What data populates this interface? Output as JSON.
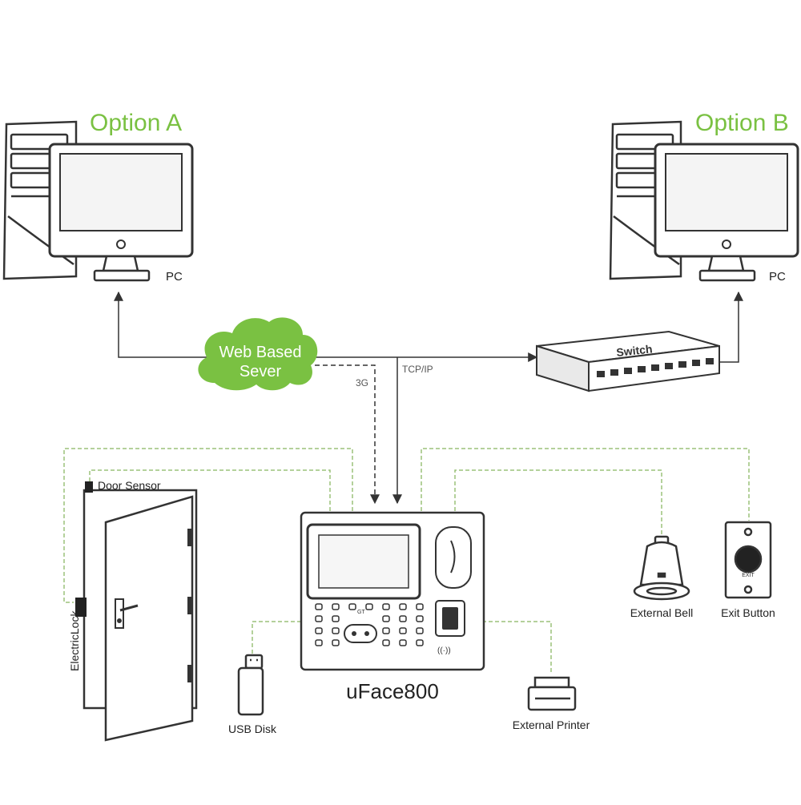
{
  "nodes": {
    "option_a": {
      "title": "Option A",
      "label": "PC"
    },
    "option_b": {
      "title": "Option B",
      "label": "PC"
    },
    "server": {
      "line1": "Web Based",
      "line2": "Sever"
    },
    "switch": {
      "label": "Switch"
    },
    "device": {
      "label": "uFace800",
      "badge": "GT"
    },
    "door_sensor": {
      "label": "Door Sensor"
    },
    "electric_lock": {
      "label": "ElectricLock"
    },
    "usb_disk": {
      "label": "USB Disk"
    },
    "external_printer": {
      "label": "External Printer"
    },
    "external_bell": {
      "label": "External Bell"
    },
    "exit_button": {
      "label": "Exit Button",
      "badge": "EXIT"
    }
  },
  "edges": [
    {
      "from": "server",
      "to": "option_a",
      "style": "solid"
    },
    {
      "from": "server",
      "to": "switch",
      "style": "solid"
    },
    {
      "from": "switch",
      "to": "option_b",
      "style": "solid"
    },
    {
      "from": "server",
      "to": "device",
      "label": "3G",
      "style": "dashed"
    },
    {
      "from": "switch",
      "to": "device",
      "label": "TCP/IP",
      "style": "solid"
    },
    {
      "from": "device",
      "to": "door_sensor",
      "style": "dashed-green"
    },
    {
      "from": "device",
      "to": "electric_lock",
      "style": "dashed-green"
    },
    {
      "from": "device",
      "to": "usb_disk",
      "style": "dashed-green"
    },
    {
      "from": "device",
      "to": "external_printer",
      "style": "dashed-green"
    },
    {
      "from": "device",
      "to": "external_bell",
      "style": "dashed-green"
    },
    {
      "from": "device",
      "to": "exit_button",
      "style": "dashed-green"
    }
  ],
  "colors": {
    "accent": "#7ac142",
    "line": "#333333",
    "cloud": "#7ac142",
    "wire": "#9bc27a"
  }
}
